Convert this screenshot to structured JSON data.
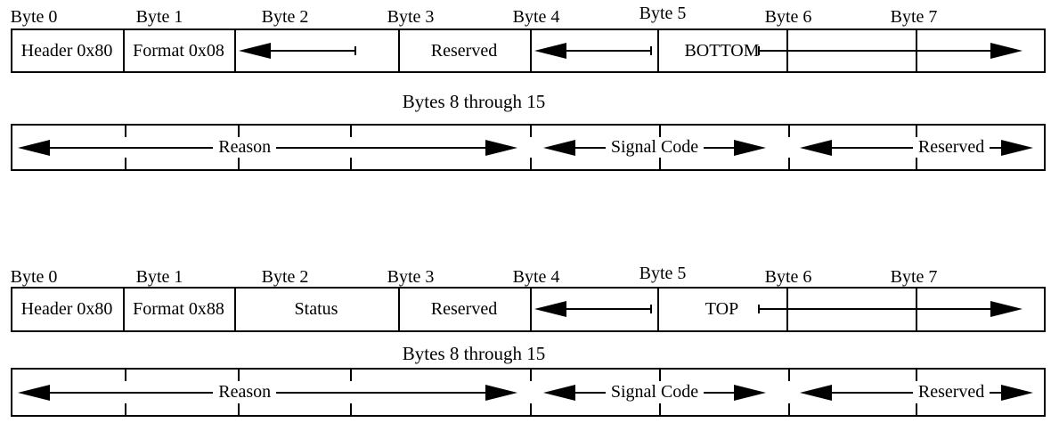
{
  "colors": {
    "ink": "#000000",
    "background": "#ffffff"
  },
  "diagrams": [
    {
      "byte_labels": [
        "Byte 0",
        "Byte 1",
        "Byte 2",
        "Byte 3",
        "Byte 4",
        "Byte 5",
        "Byte 6",
        "Byte 7"
      ],
      "row1_cells": {
        "byte0": "Header 0x80",
        "byte1": "Format 0x08",
        "byte2": "",
        "byte3": "Reserved",
        "byte5": "BOTTOM"
      },
      "caption": "Bytes 8 through 15",
      "row2_fields": {
        "bytes_8_11": "Reason",
        "bytes_12_13": "Signal Code",
        "bytes_14_15": "Reserved"
      }
    },
    {
      "byte_labels": [
        "Byte 0",
        "Byte 1",
        "Byte 2",
        "Byte 3",
        "Byte 4",
        "Byte 5",
        "Byte 6",
        "Byte 7"
      ],
      "row1_cells": {
        "byte0": "Header 0x80",
        "byte1": "Format 0x88",
        "byte2": "Status",
        "byte3": "Reserved",
        "byte5": "TOP"
      },
      "caption": "Bytes 8 through 15",
      "row2_fields": {
        "bytes_8_11": "Reason",
        "bytes_12_13": "Signal Code",
        "bytes_14_15": "Reserved"
      }
    }
  ]
}
